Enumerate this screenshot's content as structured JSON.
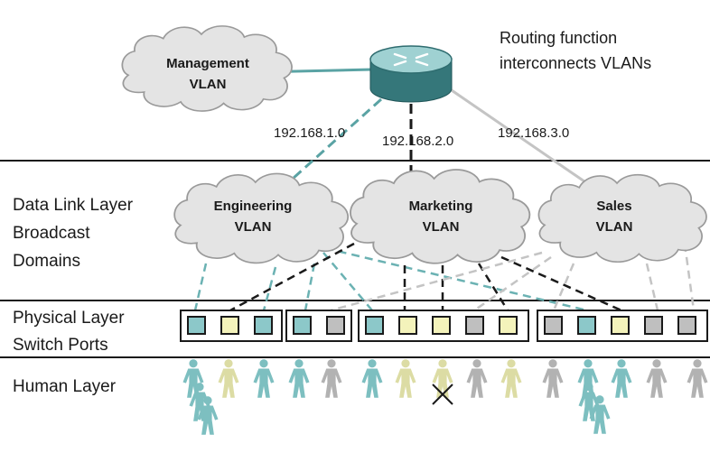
{
  "colors": {
    "teal": "#8cc8c9",
    "yellow": "#f4f3bb",
    "gray": "#bfbfbf",
    "router": "#4d8c8f",
    "cloud": "#e4e4e4"
  },
  "router": {
    "icon": "router-icon",
    "note_line1": "Routing function",
    "note_line2": "interconnects VLANs"
  },
  "management": {
    "line1": "Management",
    "line2": "VLAN"
  },
  "subnets": [
    "192.168.1.0",
    "192.168.2.0",
    "192.168.3.0"
  ],
  "layers": {
    "data_link": [
      "Data Link Layer",
      "Broadcast",
      "Domains"
    ],
    "physical": [
      "Physical Layer",
      "Switch Ports"
    ],
    "human": "Human Layer"
  },
  "vlans": [
    {
      "line1": "Engineering",
      "line2": "VLAN"
    },
    {
      "line1": "Marketing",
      "line2": "VLAN"
    },
    {
      "line1": "Sales",
      "line2": "VLAN"
    }
  ],
  "switch_ports": [
    [
      "teal",
      "yellow",
      "teal"
    ],
    [
      "teal",
      "gray"
    ],
    [
      "teal",
      "yellow",
      "yellow",
      "gray",
      "yellow"
    ],
    [
      "gray",
      "teal",
      "yellow",
      "gray",
      "gray"
    ]
  ],
  "people": [
    "teal",
    "yellow",
    "teal",
    "teal",
    "gray",
    "teal",
    "yellow",
    "yellow",
    "gray",
    "yellow",
    "gray",
    "teal",
    "teal",
    "gray",
    "gray"
  ],
  "extra_people": [
    "teal",
    "teal",
    "teal",
    "teal"
  ],
  "blocked_person_index": 7
}
